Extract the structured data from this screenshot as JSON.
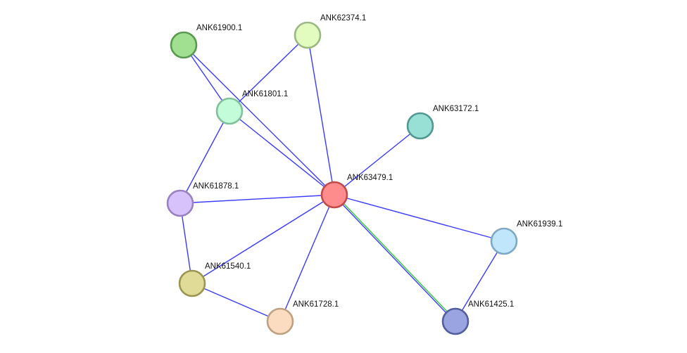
{
  "nodes": [
    {
      "id": "ANK63479.1",
      "label": "ANK63479.1",
      "fill": "#ff8c8c",
      "stroke": "#c04a4a"
    },
    {
      "id": "ANK61900.1",
      "label": "ANK61900.1",
      "fill": "#a0e090",
      "stroke": "#5a9a50"
    },
    {
      "id": "ANK62374.1",
      "label": "ANK62374.1",
      "fill": "#e2fcc0",
      "stroke": "#9ab882"
    },
    {
      "id": "ANK61801.1",
      "label": "ANK61801.1",
      "fill": "#c2fcd8",
      "stroke": "#80c09a"
    },
    {
      "id": "ANK63172.1",
      "label": "ANK63172.1",
      "fill": "#98e0d6",
      "stroke": "#509890"
    },
    {
      "id": "ANK61878.1",
      "label": "ANK61878.1",
      "fill": "#d8c2fc",
      "stroke": "#9a82c0"
    },
    {
      "id": "ANK61939.1",
      "label": "ANK61939.1",
      "fill": "#c0e6fc",
      "stroke": "#7ea8c4"
    },
    {
      "id": "ANK61540.1",
      "label": "ANK61540.1",
      "fill": "#e0dc98",
      "stroke": "#9a9650"
    },
    {
      "id": "ANK61728.1",
      "label": "ANK61728.1",
      "fill": "#fcdcc0",
      "stroke": "#c0a082"
    },
    {
      "id": "ANK61425.1",
      "label": "ANK61425.1",
      "fill": "#9aa4e0",
      "stroke": "#525e9e"
    }
  ],
  "edges": [
    {
      "source": "ANK61900.1",
      "target": "ANK61801.1",
      "colors": [
        "#3a3aff"
      ]
    },
    {
      "source": "ANK61900.1",
      "target": "ANK63479.1",
      "colors": [
        "#3a3aff"
      ]
    },
    {
      "source": "ANK62374.1",
      "target": "ANK61801.1",
      "colors": [
        "#3a3aff"
      ]
    },
    {
      "source": "ANK62374.1",
      "target": "ANK63479.1",
      "colors": [
        "#3a3aff"
      ]
    },
    {
      "source": "ANK61801.1",
      "target": "ANK63479.1",
      "colors": [
        "#3a3aff"
      ]
    },
    {
      "source": "ANK61801.1",
      "target": "ANK61878.1",
      "colors": [
        "#3a3aff"
      ]
    },
    {
      "source": "ANK63172.1",
      "target": "ANK63479.1",
      "colors": [
        "#3a3aff"
      ]
    },
    {
      "source": "ANK61878.1",
      "target": "ANK63479.1",
      "colors": [
        "#3a3aff"
      ]
    },
    {
      "source": "ANK61878.1",
      "target": "ANK61540.1",
      "colors": [
        "#3a3aff"
      ]
    },
    {
      "source": "ANK61540.1",
      "target": "ANK63479.1",
      "colors": [
        "#3a3aff"
      ]
    },
    {
      "source": "ANK61540.1",
      "target": "ANK61728.1",
      "colors": [
        "#3a3aff"
      ]
    },
    {
      "source": "ANK61728.1",
      "target": "ANK63479.1",
      "colors": [
        "#3a3aff"
      ]
    },
    {
      "source": "ANK61939.1",
      "target": "ANK63479.1",
      "colors": [
        "#3a3aff"
      ]
    },
    {
      "source": "ANK61939.1",
      "target": "ANK61425.1",
      "colors": [
        "#3a3aff"
      ]
    },
    {
      "source": "ANK61425.1",
      "target": "ANK63479.1",
      "colors": [
        "#3a3aff",
        "#33cc33"
      ]
    }
  ]
}
